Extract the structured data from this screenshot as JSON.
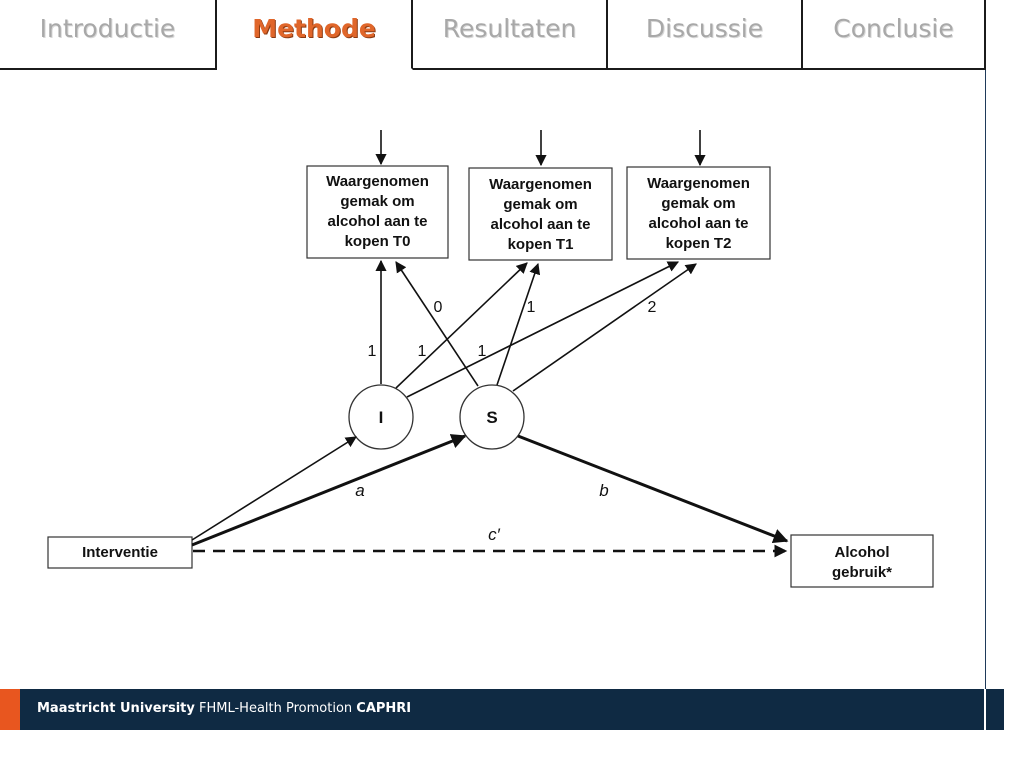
{
  "tabs": [
    {
      "label": "Introductie",
      "active": false
    },
    {
      "label": "Methode",
      "active": true
    },
    {
      "label": "Resultaten",
      "active": false
    },
    {
      "label": "Discussie",
      "active": false
    },
    {
      "label": "Conclusie",
      "active": false
    }
  ],
  "diagram": {
    "boxes": {
      "t0": [
        "Waargenomen",
        "gemak om",
        "alcohol aan te",
        "kopen T0"
      ],
      "t1": [
        "Waargenomen",
        "gemak om",
        "alcohol aan te",
        "kopen T1"
      ],
      "t2": [
        "Waargenomen",
        "gemak om",
        "alcohol aan te",
        "kopen T2"
      ],
      "intervention": "Interventie",
      "outcome": [
        "Alcohol",
        "gebruik*"
      ]
    },
    "circles": {
      "intercept": "I",
      "slope": "S"
    },
    "loadings": {
      "i_t0": "1",
      "i_t1": "1",
      "i_t2": "1",
      "s_t0": "0",
      "s_t1": "1",
      "s_t2": "2"
    },
    "paths": {
      "a": "a",
      "b": "b",
      "c_prime": "c′"
    }
  },
  "footer": {
    "university": "Maastricht University",
    "department": "FHML-Health Promotion",
    "institute": "CAPHRI"
  }
}
